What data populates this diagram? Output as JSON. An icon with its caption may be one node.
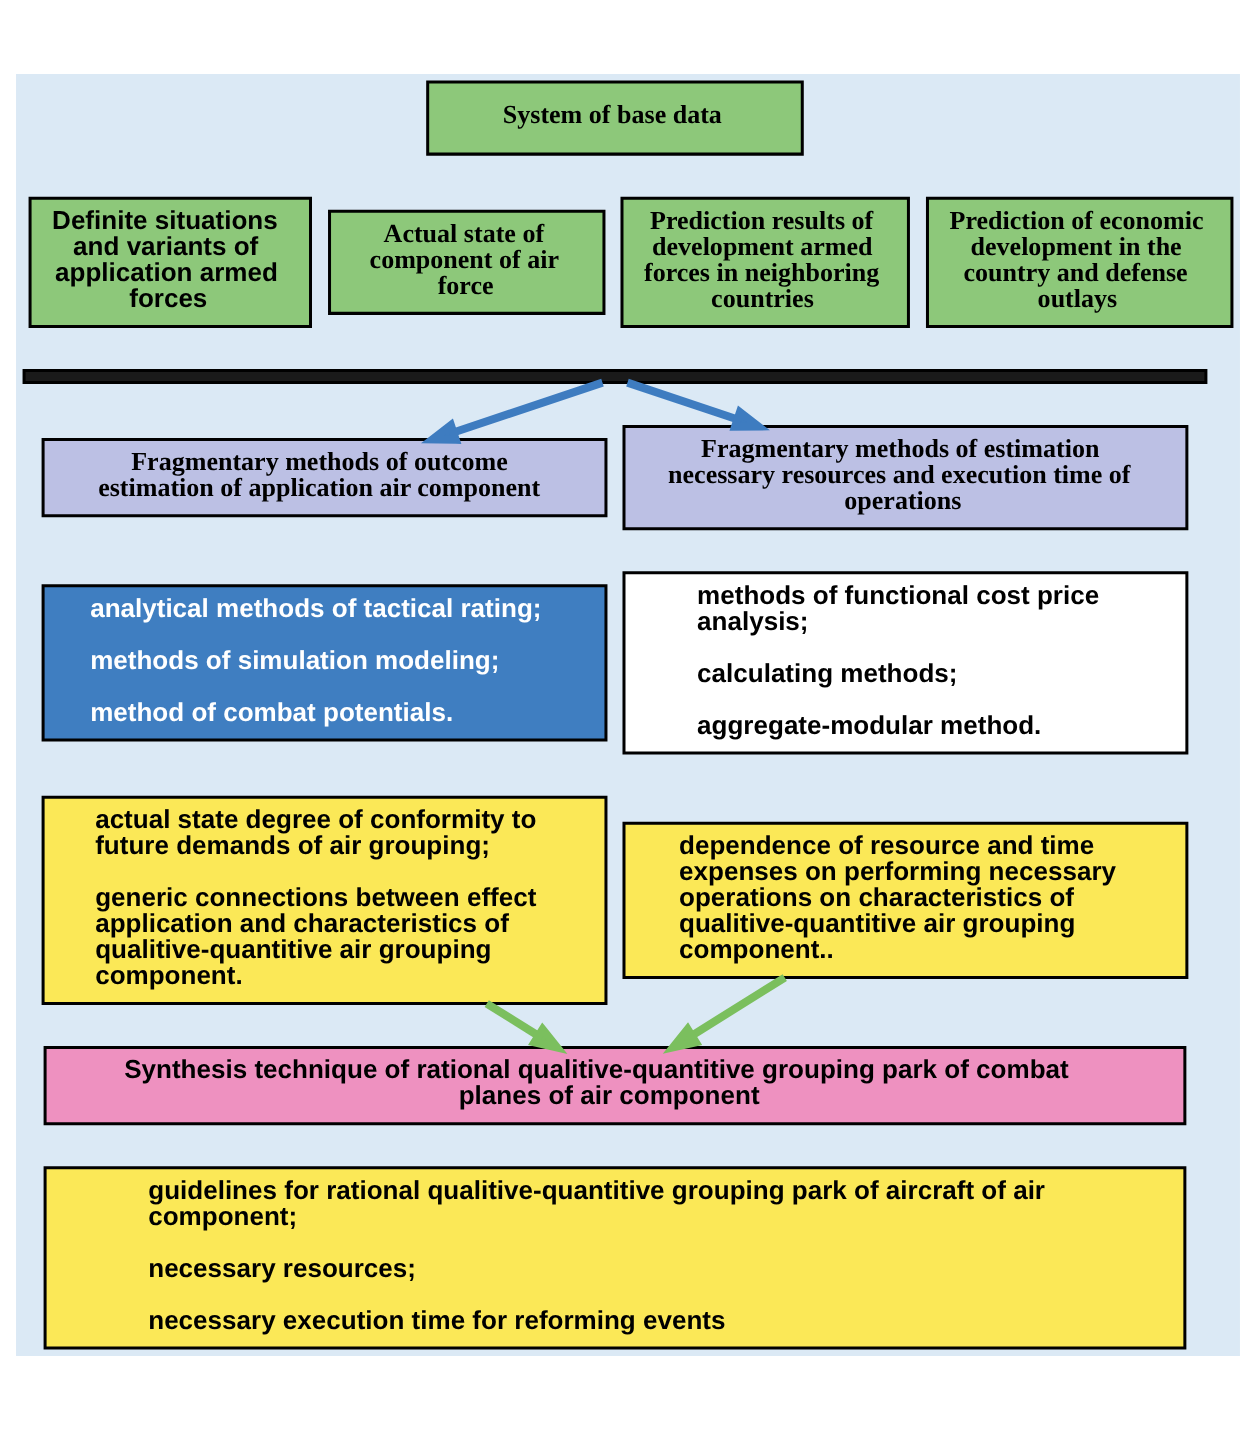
{
  "diagram": {
    "nodes": [
      {
        "text": [
          "System of base data"
        ]
      },
      {
        "text": [
          "Definite situations and variants of application armed forces"
        ]
      },
      {
        "text": [
          "Actual state of component of air force"
        ]
      },
      {
        "text": [
          "Prediction results of development armed forces in neighboring countries"
        ]
      },
      {
        "text": [
          "Prediction of economic development in the country and defense outlays"
        ]
      },
      {
        "text": [],
        "shape": "bar"
      },
      {
        "text": [
          "Fragmentary methods of outcome estimation of application air component"
        ]
      },
      {
        "text": [
          "Fragmentary methods of estimation necessary resources and execution time of operations"
        ]
      },
      {
        "text": [
          "analytical methods of tactical rating;",
          "methods of simulation modeling;",
          "method of combat potentials."
        ]
      },
      {
        "text": [
          "methods of functional cost price analysis;",
          "calculating methods;",
          "aggregate-modular method."
        ]
      },
      {
        "text": [
          "actual state degree of conformity to future demands of air grouping;",
          "generic connections between effect application and characteristics of qualitive-quantitive air grouping component."
        ]
      },
      {
        "text": [
          "dependence of resource and time expenses on performing necessary operations on characteristics of qualitive-quantitive air grouping component.."
        ]
      },
      {
        "text": [
          "Synthesis technique of rational qualitive-quantitive grouping park of combat planes of air component"
        ]
      },
      {
        "text": [
          "guidelines for rational qualitive-quantitive grouping park of aircraft of air component;",
          "necessary resources;",
          "necessary execution time for reforming events"
        ]
      }
    ],
    "edges": [
      {
        "from": 5,
        "to": 6,
        "arrow": "to",
        "color": "#3e7cc0"
      },
      {
        "from": 5,
        "to": 7,
        "arrow": "to",
        "color": "#3e7cc0"
      },
      {
        "from": 10,
        "to": 12,
        "arrow": "to",
        "color": "#7bbf5e"
      },
      {
        "from": 11,
        "to": 12,
        "arrow": "to",
        "color": "#7bbf5e"
      }
    ]
  }
}
